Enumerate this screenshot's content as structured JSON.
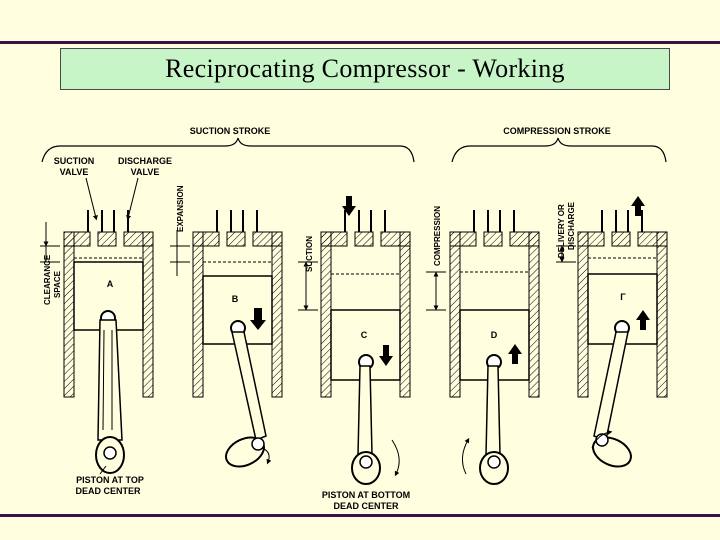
{
  "title": "Reciprocating Compressor - Working",
  "labels": {
    "suction_stroke": "SUCTION STROKE",
    "compression_stroke": "COMPRESSION STROKE",
    "suction_valve_1": "SUCTION",
    "suction_valve_2": "VALVE",
    "discharge_valve_1": "DISCHARGE",
    "discharge_valve_2": "VALVE",
    "expansion": "EXPANSION",
    "suction": "SUCTION",
    "compression": "COMPRESSION",
    "delivery_1": "DELIVERY OR",
    "delivery_2": "DISCHARGE",
    "clearance_1": "CLEARANCE",
    "clearance_2": "SPACE",
    "tdc_1": "PISTON AT TOP",
    "tdc_2": "DEAD CENTER",
    "bdc_1": "PISTON AT BOTTOM",
    "bdc_2": "DEAD CENTER"
  },
  "pistons": [
    "A",
    "B",
    "C",
    "D",
    "Γ"
  ],
  "colors": {
    "background": "#ffffe0",
    "title_box": "#c8f5c8",
    "rule": "#3a1046",
    "line": "#000000"
  }
}
